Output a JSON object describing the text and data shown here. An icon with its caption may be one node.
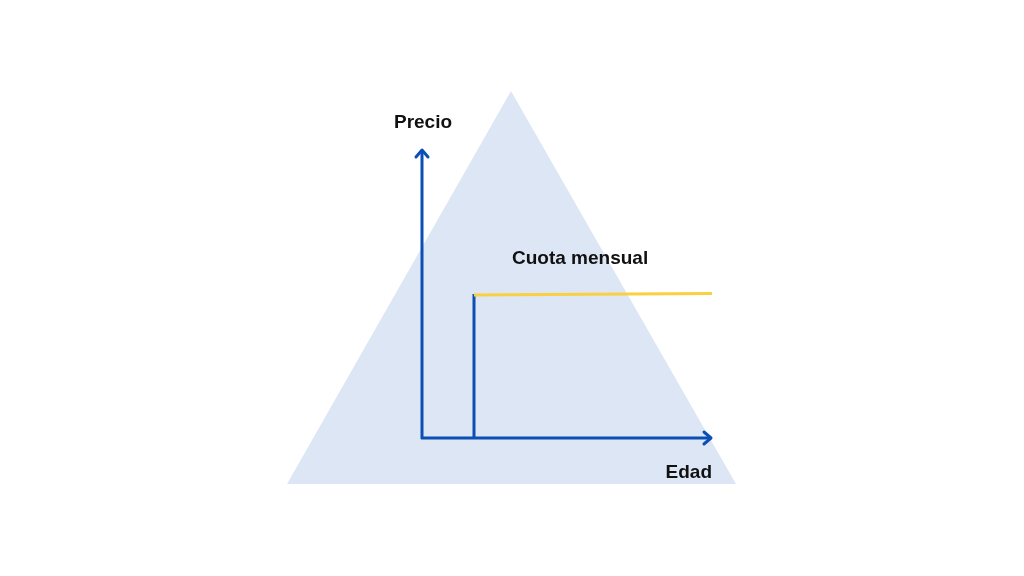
{
  "diagram": {
    "labels": [
      "Precio",
      "Cuota mensual",
      "Edad"
    ]
  }
}
